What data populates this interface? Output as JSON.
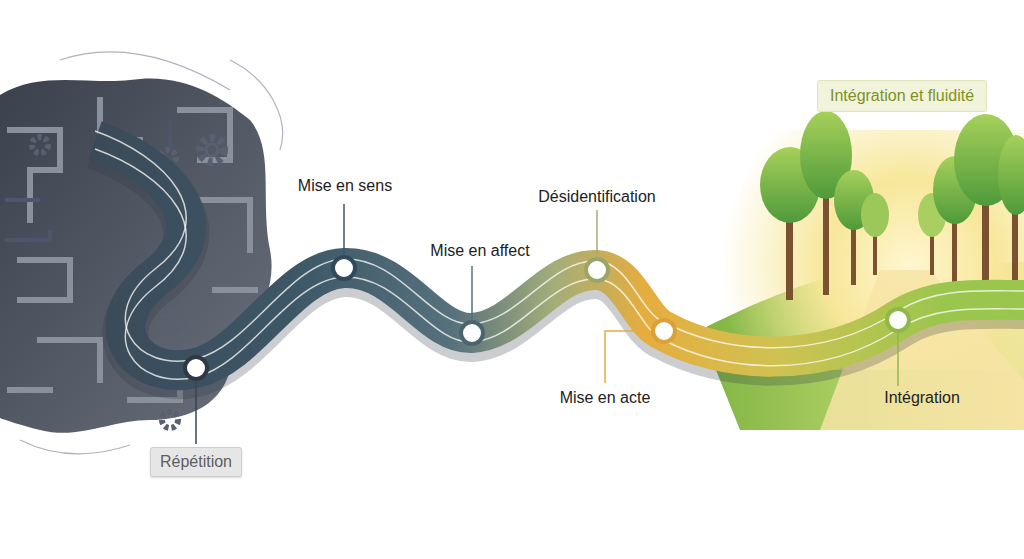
{
  "diagram": {
    "nodes": [
      {
        "text": [
          "Répétition"
        ]
      },
      {
        "text": [
          "Intégration et fluidité"
        ]
      }
    ],
    "labels": [
      "Mise en sens",
      "Mise en affect",
      "Désidentification",
      "Mise en acte",
      "Intégration"
    ]
  }
}
